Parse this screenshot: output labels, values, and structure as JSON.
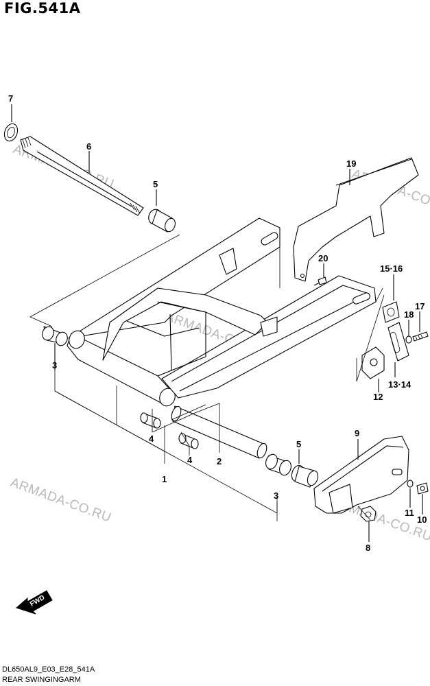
{
  "figure_title": "FIG.541A",
  "footer": {
    "code": "DL650AL9_E03_E28_541A",
    "description": "REAR SWINGINGARM"
  },
  "watermark": "ARMADA-CO.RU",
  "fwd_label": "FWD",
  "callouts": [
    "7",
    "6",
    "5",
    "19",
    "20",
    "15·16",
    "17",
    "18",
    "3",
    "4",
    "4",
    "2",
    "1",
    "5",
    "3",
    "9",
    "12",
    "13·14",
    "11",
    "10",
    "8"
  ]
}
